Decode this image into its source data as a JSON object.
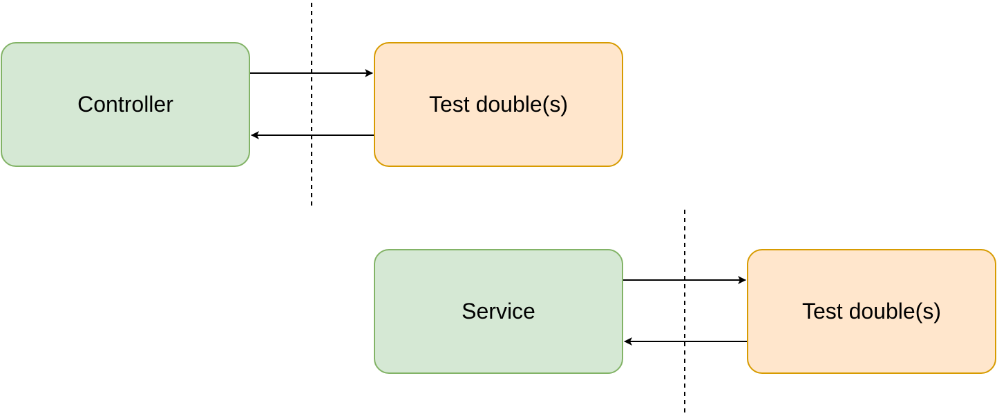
{
  "diagram": {
    "colors": {
      "unit_fill": "#d5e8d4",
      "unit_stroke": "#82b366",
      "double_fill": "#ffe6cc",
      "double_stroke": "#d79b00",
      "edge": "#000000"
    },
    "rows": [
      {
        "subject": {
          "label": "Controller"
        },
        "collaborator": {
          "label": "Test double(s)"
        },
        "boundary": "dashed"
      },
      {
        "subject": {
          "label": "Service"
        },
        "collaborator": {
          "label": "Test double(s)"
        },
        "boundary": "dashed"
      }
    ],
    "edges": [
      {
        "from": "Controller",
        "to": "Test double(s)"
      },
      {
        "from": "Test double(s)",
        "to": "Controller"
      },
      {
        "from": "Service",
        "to": "Test double(s)"
      },
      {
        "from": "Test double(s)",
        "to": "Service"
      }
    ]
  }
}
